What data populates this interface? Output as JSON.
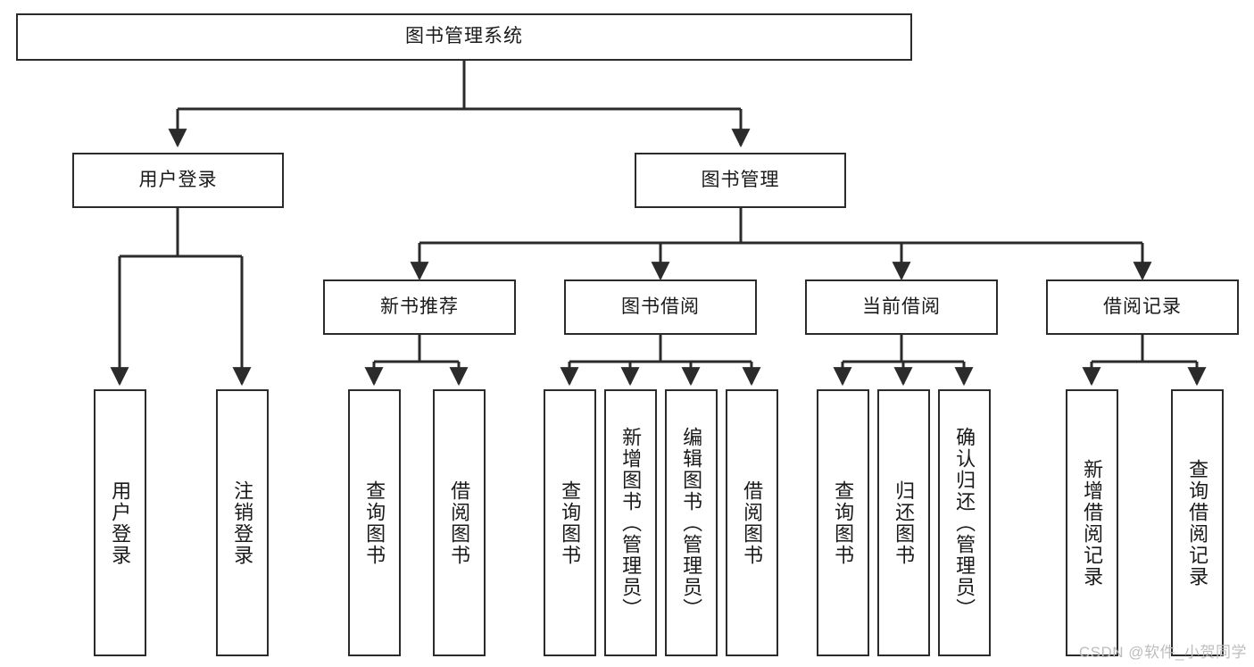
{
  "diagram": {
    "title": "图书管理系统",
    "type": "tree-hierarchy",
    "watermark": "CSDN @软件_小贺同学",
    "colors": {
      "border": "#2b2b2b",
      "background": "#ffffff",
      "text": "#1a1a1a",
      "edge": "#2b2b2b",
      "watermark": "#bdbdbd"
    }
  },
  "nodes": {
    "root": {
      "label": "图书管理系统"
    },
    "level1": [
      {
        "label": "用户登录"
      },
      {
        "label": "图书管理"
      }
    ],
    "level2": [
      {
        "label": "新书推荐"
      },
      {
        "label": "图书借阅"
      },
      {
        "label": "当前借阅"
      },
      {
        "label": "借阅记录"
      }
    ],
    "leaves": {
      "user_login": [
        {
          "label": "用户登录"
        },
        {
          "label": "注销登录"
        }
      ],
      "new_book": [
        {
          "label": "查询图书"
        },
        {
          "label": "借阅图书"
        }
      ],
      "book_borrow": [
        {
          "label": "查询图书"
        },
        {
          "label": "新增图书（管理员）"
        },
        {
          "label": "编辑图书（管理员）"
        },
        {
          "label": "借阅图书"
        }
      ],
      "current_borrow": [
        {
          "label": "查询图书"
        },
        {
          "label": "归还图书"
        },
        {
          "label": "确认归还（管理员）"
        }
      ],
      "borrow_record": [
        {
          "label": "新增借阅记录"
        },
        {
          "label": "查询借阅记录"
        }
      ]
    }
  }
}
